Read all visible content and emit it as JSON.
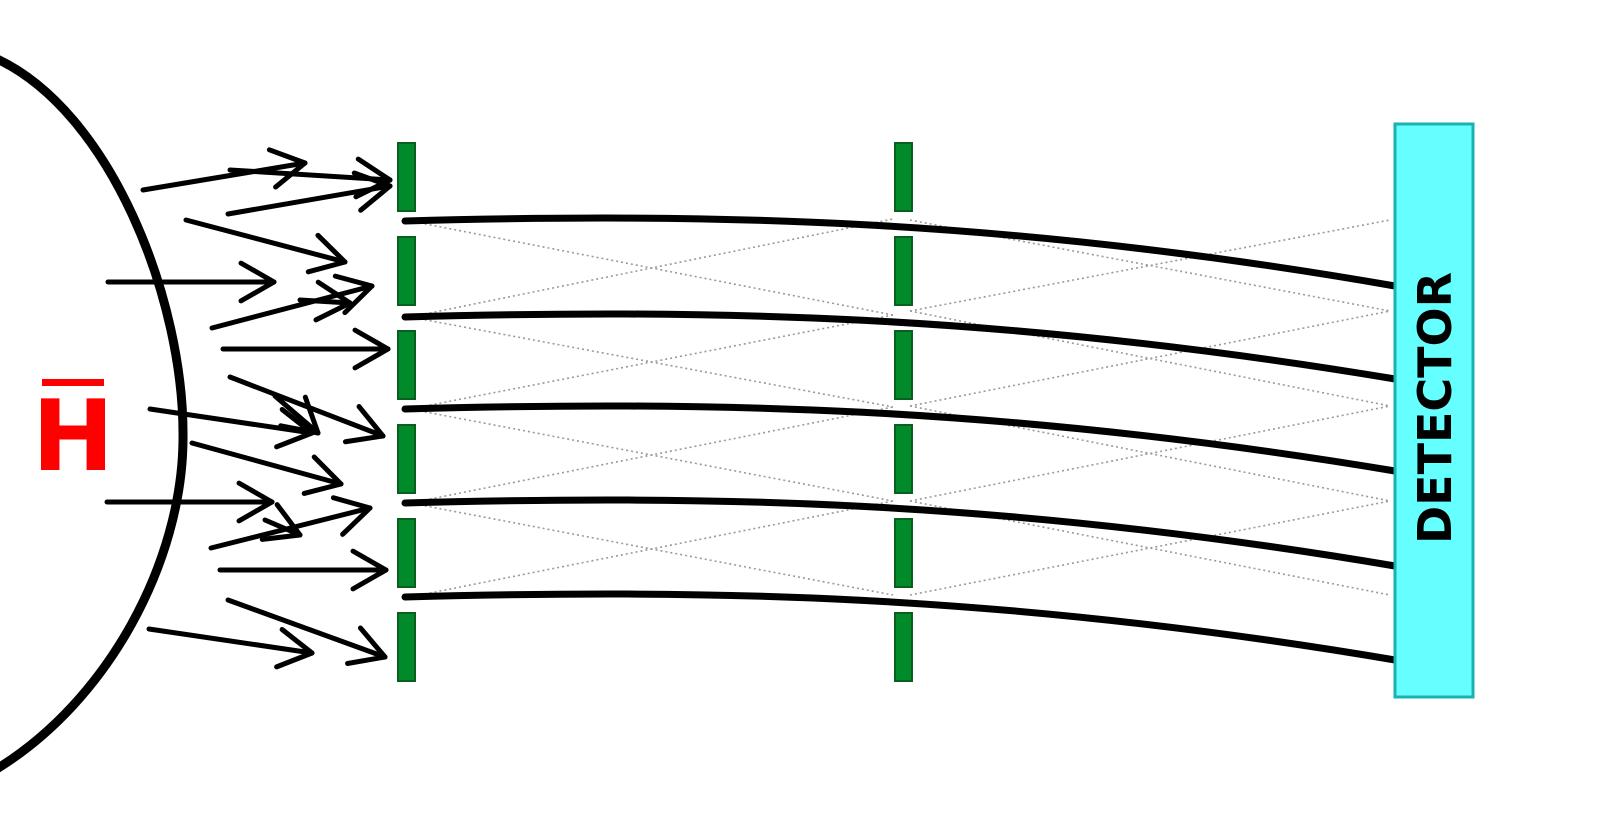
{
  "source": {
    "label": "H",
    "label_color": "#ff0000"
  },
  "detector": {
    "label": "DETECTOR",
    "fill_color": "#66ffff",
    "border_color": "#19b2b2"
  },
  "gratings": {
    "slit_color": "#008a2a",
    "slit_border_color": "#0b5f1e",
    "count": 2,
    "slits_per_grating": 6
  },
  "beams": {
    "count": 5,
    "color": "#000000"
  },
  "diffraction_paths": {
    "color": "#9a9a9a"
  },
  "incoming_arrows": {
    "count": 18,
    "color": "#000000"
  }
}
